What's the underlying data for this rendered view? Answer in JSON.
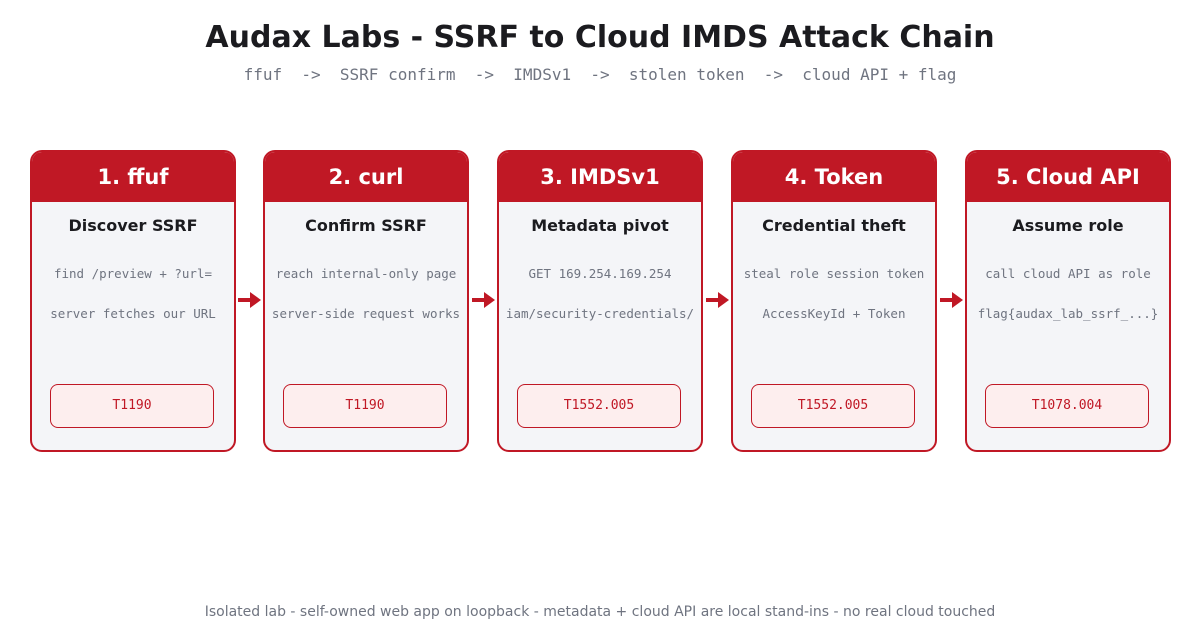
{
  "title": "Audax Labs - SSRF to Cloud IMDS Attack Chain",
  "subtitle": "ffuf  ->  SSRF confirm  ->  IMDSv1  ->  stolen token  ->  cloud API + flag",
  "stages": [
    {
      "header": "1. ffuf",
      "heading": "Discover SSRF",
      "line1": "find /preview + ?url=",
      "line2": "server fetches our URL",
      "technique": "T1190"
    },
    {
      "header": "2. curl",
      "heading": "Confirm SSRF",
      "line1": "reach internal-only page",
      "line2": "server-side request works",
      "technique": "T1190"
    },
    {
      "header": "3. IMDSv1",
      "heading": "Metadata pivot",
      "line1": "GET 169.254.169.254",
      "line2": "iam/security-credentials/",
      "technique": "T1552.005"
    },
    {
      "header": "4. Token",
      "heading": "Credential theft",
      "line1": "steal role session token",
      "line2": "AccessKeyId + Token",
      "technique": "T1552.005"
    },
    {
      "header": "5. Cloud API",
      "heading": "Assume role",
      "line1": "call cloud API as role",
      "line2": "flag{audax_lab_ssrf_...}",
      "technique": "T1078.004"
    }
  ],
  "footer": "Isolated lab - self-owned web app on loopback - metadata + cloud API are local stand-ins - no real cloud touched",
  "colors": {
    "accent": "#c01825",
    "card_background": "#f4f5f8",
    "badge_background": "#fdeeee",
    "muted_text": "#6f7480",
    "title_text": "#1b1b1f"
  }
}
